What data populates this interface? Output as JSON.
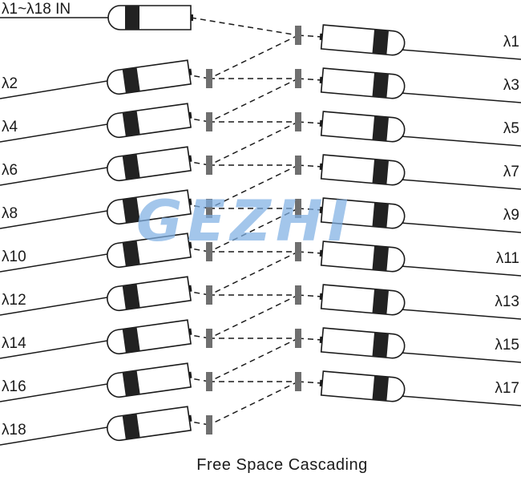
{
  "input_label": "λ1~λ18 IN",
  "left_labels": [
    "λ2",
    "λ4",
    "λ6",
    "λ8",
    "λ10",
    "λ12",
    "λ14",
    "λ16",
    "λ18"
  ],
  "right_labels": [
    "λ1",
    "λ3",
    "λ5",
    "λ7",
    "λ9",
    "λ11",
    "λ13",
    "λ15",
    "λ17"
  ],
  "caption": "Free Space Cascading",
  "watermark": "GEZHI",
  "colors": {
    "line": "#1a1a1a",
    "filter": "#6f6f6f",
    "band": "#222222",
    "watermark": "#7fb0e3"
  }
}
